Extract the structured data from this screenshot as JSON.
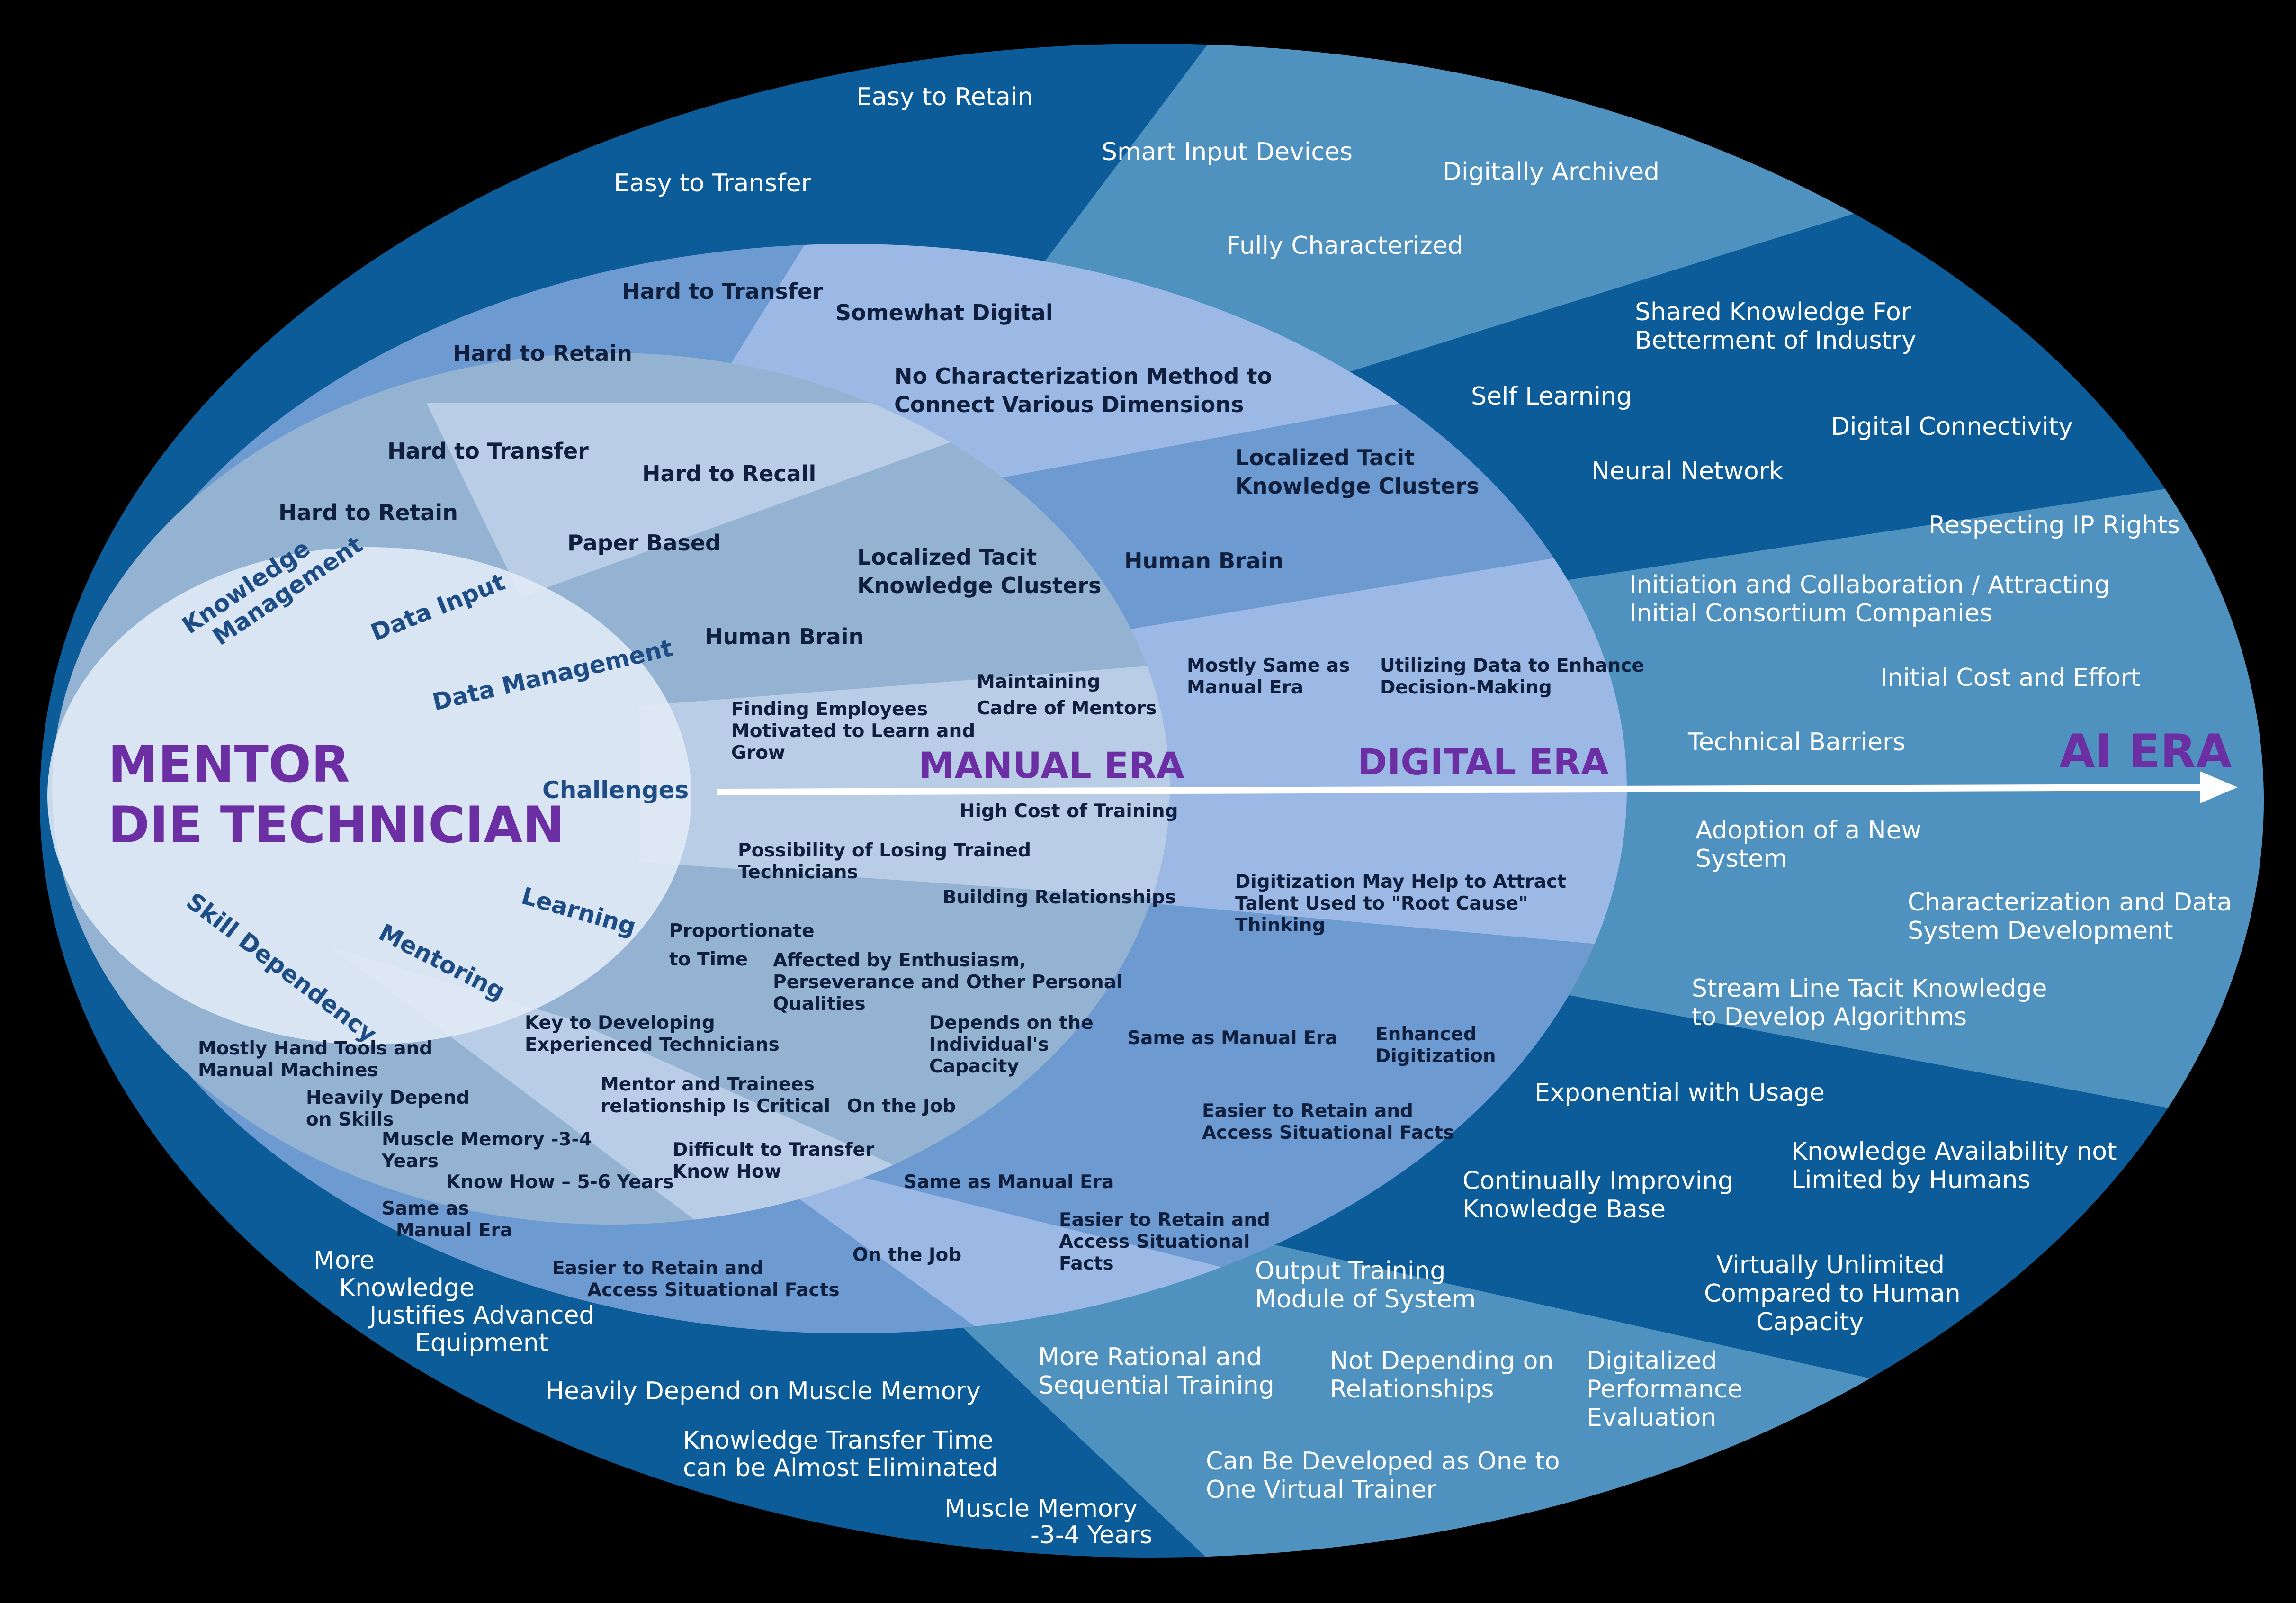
{
  "title_lines": [
    "MENTOR",
    "DIE TECHNICIAN"
  ],
  "eras": {
    "manual": "MANUAL ERA",
    "digital": "DIGITAL ERA",
    "ai": "AI ERA"
  },
  "categories": {
    "knowledge_management": [
      "Knowledge",
      "Management"
    ],
    "data_input": "Data Input",
    "data_management": "Data Management",
    "challenges": "Challenges",
    "learning": "Learning",
    "mentoring": "Mentoring",
    "skill_dependency": "Skill Dependency"
  },
  "manual_era": {
    "knowledge_management": [
      "Hard to Transfer",
      "Hard to Retain"
    ],
    "data_input": [
      "Hard to Recall",
      "Paper Based"
    ],
    "data_management": [
      "Human Brain"
    ],
    "challenges": [
      [
        "Finding Employees",
        "Motivated to Learn and",
        "Grow"
      ],
      [
        "Maintaining",
        "Cadre of Mentors"
      ],
      [
        "High Cost of Training"
      ],
      [
        "Possibility of Losing Trained",
        "Technicians"
      ],
      [
        "Building Relationships"
      ]
    ],
    "learning": [
      [
        "Proportionate",
        "to Time"
      ],
      [
        "Affected by Enthusiasm,",
        "Perseverance and Other Personal",
        "Qualities"
      ],
      [
        "Depends on the",
        "Individual's",
        "Capacity"
      ]
    ],
    "mentoring": [
      [
        "Key to Developing",
        "Experienced Technicians"
      ],
      [
        "Mentor and Trainees",
        "relationship Is Critical"
      ],
      [
        "On the Job"
      ],
      [
        "Difficult to Transfer",
        "Know How"
      ]
    ],
    "skill_dependency": [
      [
        "Mostly Hand Tools and",
        "Manual Machines"
      ],
      [
        "Heavily Depend",
        "on Skills"
      ],
      [
        "Muscle Memory -3-4",
        "Years"
      ],
      [
        "Know How – 5-6 Years"
      ]
    ]
  },
  "digital_era": {
    "knowledge_management": [
      "Hard to Transfer",
      "Hard to Retain"
    ],
    "data_input": [
      [
        "Somewhat Digital"
      ],
      [
        "No Characterization Method to",
        "Connect Various Dimensions"
      ]
    ],
    "data_management": [
      [
        "Localized Tacit",
        "Knowledge Clusters"
      ],
      [
        "Localized Tacit",
        "Knowledge Clusters"
      ],
      [
        "Human Brain"
      ]
    ],
    "challenges": [
      [
        "Mostly Same as",
        "Manual Era"
      ],
      [
        "Utilizing Data to Enhance",
        "Decision-Making"
      ]
    ],
    "learning": [
      [
        "Digitization May Help to Attract",
        "Talent Used to \"Root Cause\"",
        "Thinking"
      ]
    ],
    "mentoring": [
      [
        "Same as Manual Era"
      ],
      [
        "Enhanced",
        "Digitization"
      ],
      [
        "Easier to Retain and",
        "Access Situational Facts"
      ],
      [
        "Same as Manual Era"
      ],
      [
        "Easier to Retain and",
        "Access Situational",
        "Facts"
      ],
      [
        "On the Job"
      ]
    ],
    "skill_dependency": [
      [
        "Same as",
        "Manual Era"
      ],
      [
        "Easier to Retain and",
        "Access Situational Facts"
      ]
    ]
  },
  "ai_era": {
    "knowledge_management": [
      "Easy to Retain",
      "Easy to Transfer"
    ],
    "data_input": [
      "Smart Input Devices",
      "Digitally Archived",
      "Fully Characterized"
    ],
    "data_management": [
      [
        "Shared Knowledge For",
        "Betterment of Industry"
      ],
      [
        "Self Learning"
      ],
      [
        "Digital Connectivity"
      ],
      [
        "Neural Network"
      ]
    ],
    "challenges": [
      [
        "Respecting IP Rights"
      ],
      [
        "Initiation and Collaboration / Attracting",
        "Initial Consortium Companies"
      ],
      [
        "Initial Cost and Effort"
      ],
      [
        "Technical Barriers"
      ],
      [
        "Adoption of a New",
        "System"
      ],
      [
        "Characterization and Data",
        "System Development"
      ],
      [
        "Stream Line Tacit Knowledge",
        "to Develop Algorithms"
      ]
    ],
    "learning": [
      [
        "Exponential with Usage"
      ],
      [
        "Knowledge Availability not",
        "Limited by Humans"
      ],
      [
        "Continually Improving",
        "Knowledge Base"
      ],
      [
        "Virtually Unlimited",
        "Compared to Human",
        "Capacity"
      ]
    ],
    "mentoring": [
      [
        "Output Training",
        "Module of System"
      ],
      [
        "More Rational and",
        "Sequential Training"
      ],
      [
        "Not Depending on",
        "Relationships"
      ],
      [
        "Digitalized",
        "Performance",
        "Evaluation"
      ],
      [
        "Can Be Developed as One to",
        "One Virtual Trainer"
      ]
    ],
    "skill_dependency": [
      [
        "More",
        "Knowledge",
        "Justifies Advanced",
        "Equipment"
      ],
      [
        "Heavily Depend on Muscle Memory"
      ],
      [
        "Knowledge Transfer Time",
        "can be Almost Eliminated"
      ],
      [
        "Muscle Memory",
        "-3-4 Years"
      ]
    ]
  },
  "colors": {
    "background": "#000000",
    "ai_sector_dark": "#0b5c98",
    "ai_sector_light": "#4f91bf",
    "digital_dark": "#6d9ad0",
    "digital_light": "#9bb9e4",
    "manual_light": "#b9cde6",
    "center": "#e3ecf6",
    "title_purple": "#6b2fa3",
    "category_blue": "#1e4d86",
    "dark_text": "#0f1f3d"
  }
}
